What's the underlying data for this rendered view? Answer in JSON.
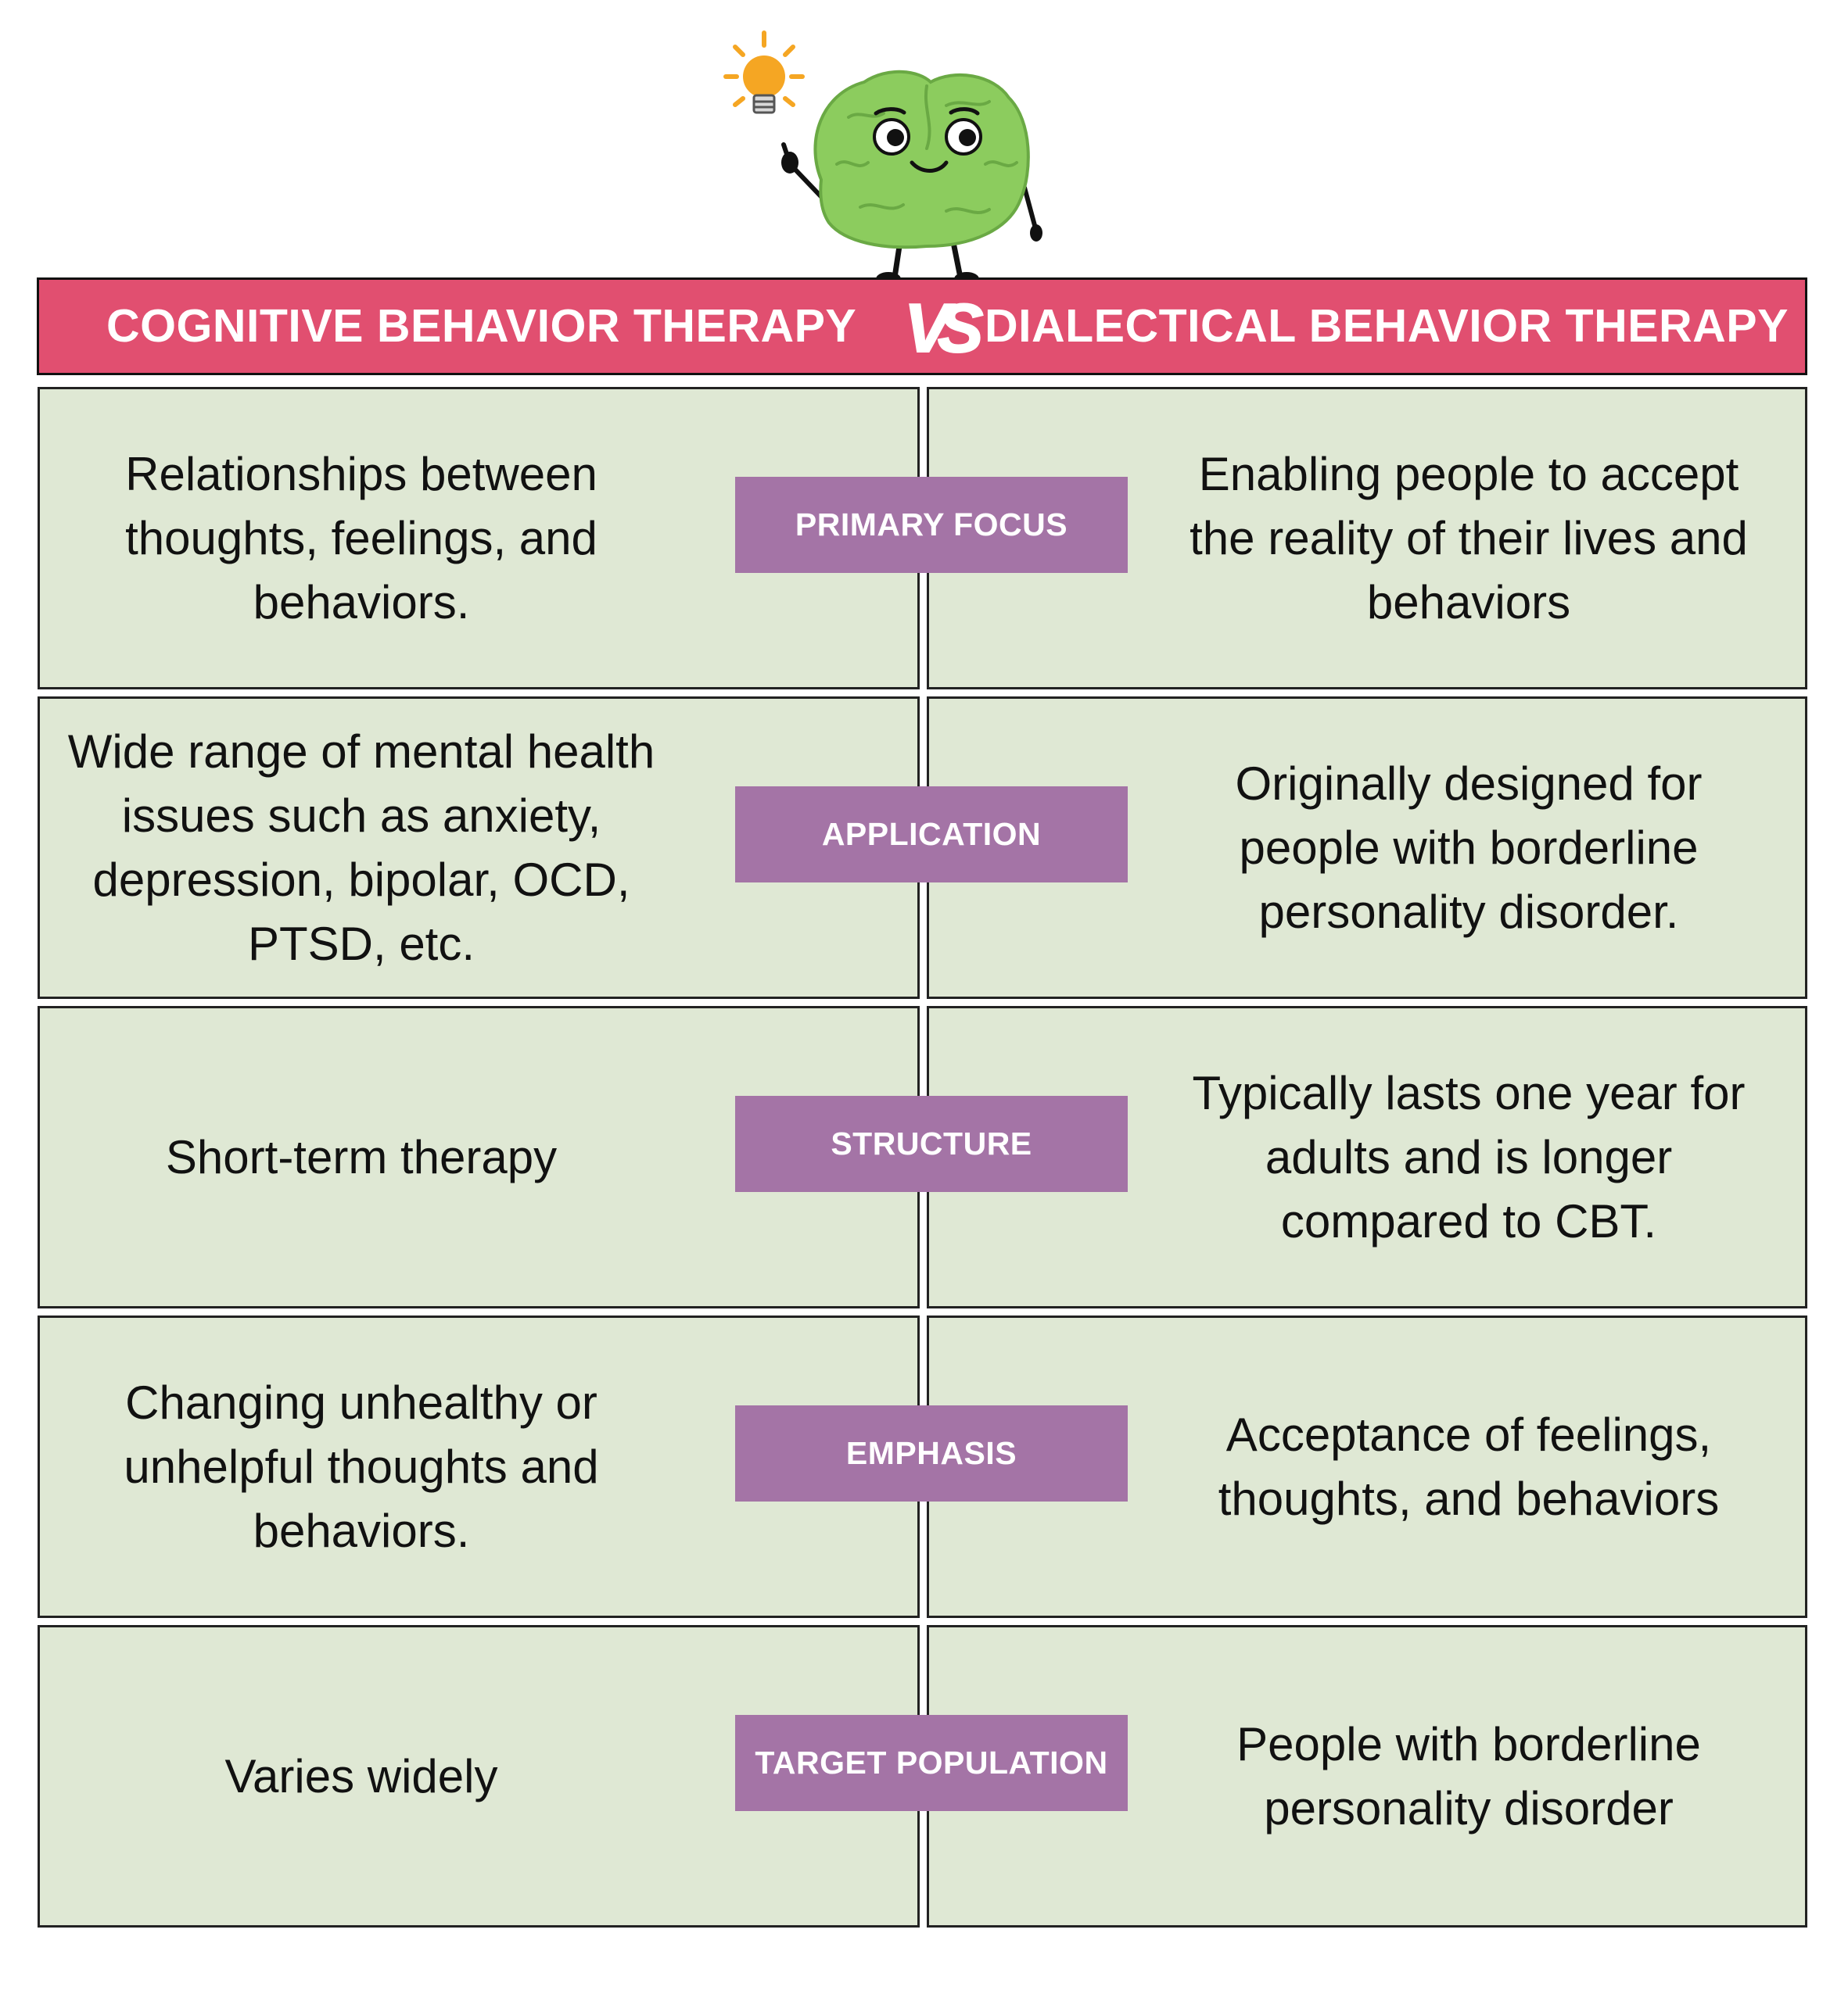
{
  "header": {
    "left_title": "COGNITIVE BEHAVIOR THERAPY",
    "vs_label": "VS",
    "right_title": "DIALECTICAL BEHAVIOR THERAPY"
  },
  "colors": {
    "header_bg": "#e14f70",
    "cell_bg": "#dfe8d4",
    "tag_bg": "#a474a6",
    "mascot_green": "#8ccc5e",
    "bulb_orange": "#f5a623"
  },
  "rows": [
    {
      "category": "PRIMARY FOCUS",
      "cbt": "Relationships between thoughts, feelings, and behaviors.",
      "dbt": "Enabling people to accept the reality of their lives and behaviors"
    },
    {
      "category": "APPLICATION",
      "cbt": "Wide range of mental health issues such as anxiety, depression, bipolar, OCD, PTSD, etc.",
      "dbt": "Originally designed for people with borderline personality disorder."
    },
    {
      "category": "STRUCTURE",
      "cbt": "Short-term therapy",
      "dbt": "Typically lasts one year for adults and is longer compared to CBT."
    },
    {
      "category": "EMPHASIS",
      "cbt": "Changing unhealthy or unhelpful thoughts and behaviors.",
      "dbt": "Acceptance of feelings, thoughts, and behaviors"
    },
    {
      "category": "TARGET POPULATION",
      "cbt": "Varies widely",
      "dbt": "People with borderline personality disorder"
    }
  ]
}
